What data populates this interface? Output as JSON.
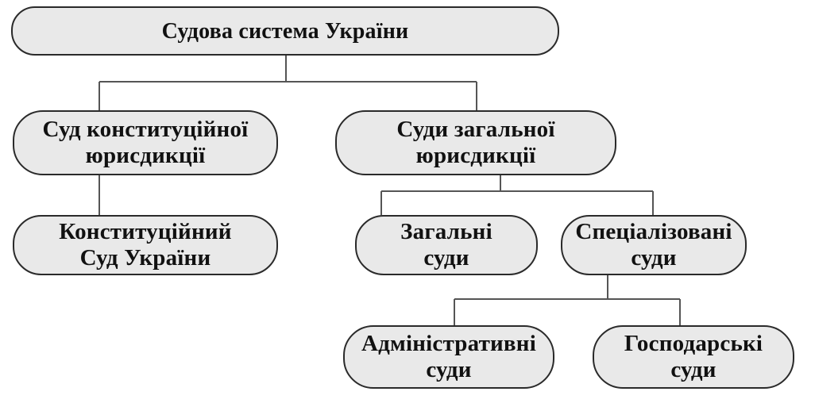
{
  "diagram": {
    "root": {
      "lines": [
        "Судова система України"
      ]
    },
    "constitutional_jurisdiction": {
      "lines": [
        "Суд конституційної",
        "юрисдикції"
      ]
    },
    "general_jurisdiction": {
      "lines": [
        "Суди загальної",
        "юрисдикції"
      ]
    },
    "constitutional_court": {
      "lines": [
        "Конституційний",
        "Суд України"
      ]
    },
    "general_courts": {
      "lines": [
        "Загальні",
        "суди"
      ]
    },
    "specialized_courts": {
      "lines": [
        "Спеціалізовані",
        "суди"
      ]
    },
    "administrative_courts": {
      "lines": [
        "Адміністративні",
        "суди"
      ]
    },
    "economic_courts": {
      "lines": [
        "Господарські",
        "суди"
      ]
    }
  },
  "colors": {
    "node_fill": "#e9e9e9",
    "node_border": "#2a2a2a",
    "connector": "#555555",
    "text": "#111111"
  }
}
